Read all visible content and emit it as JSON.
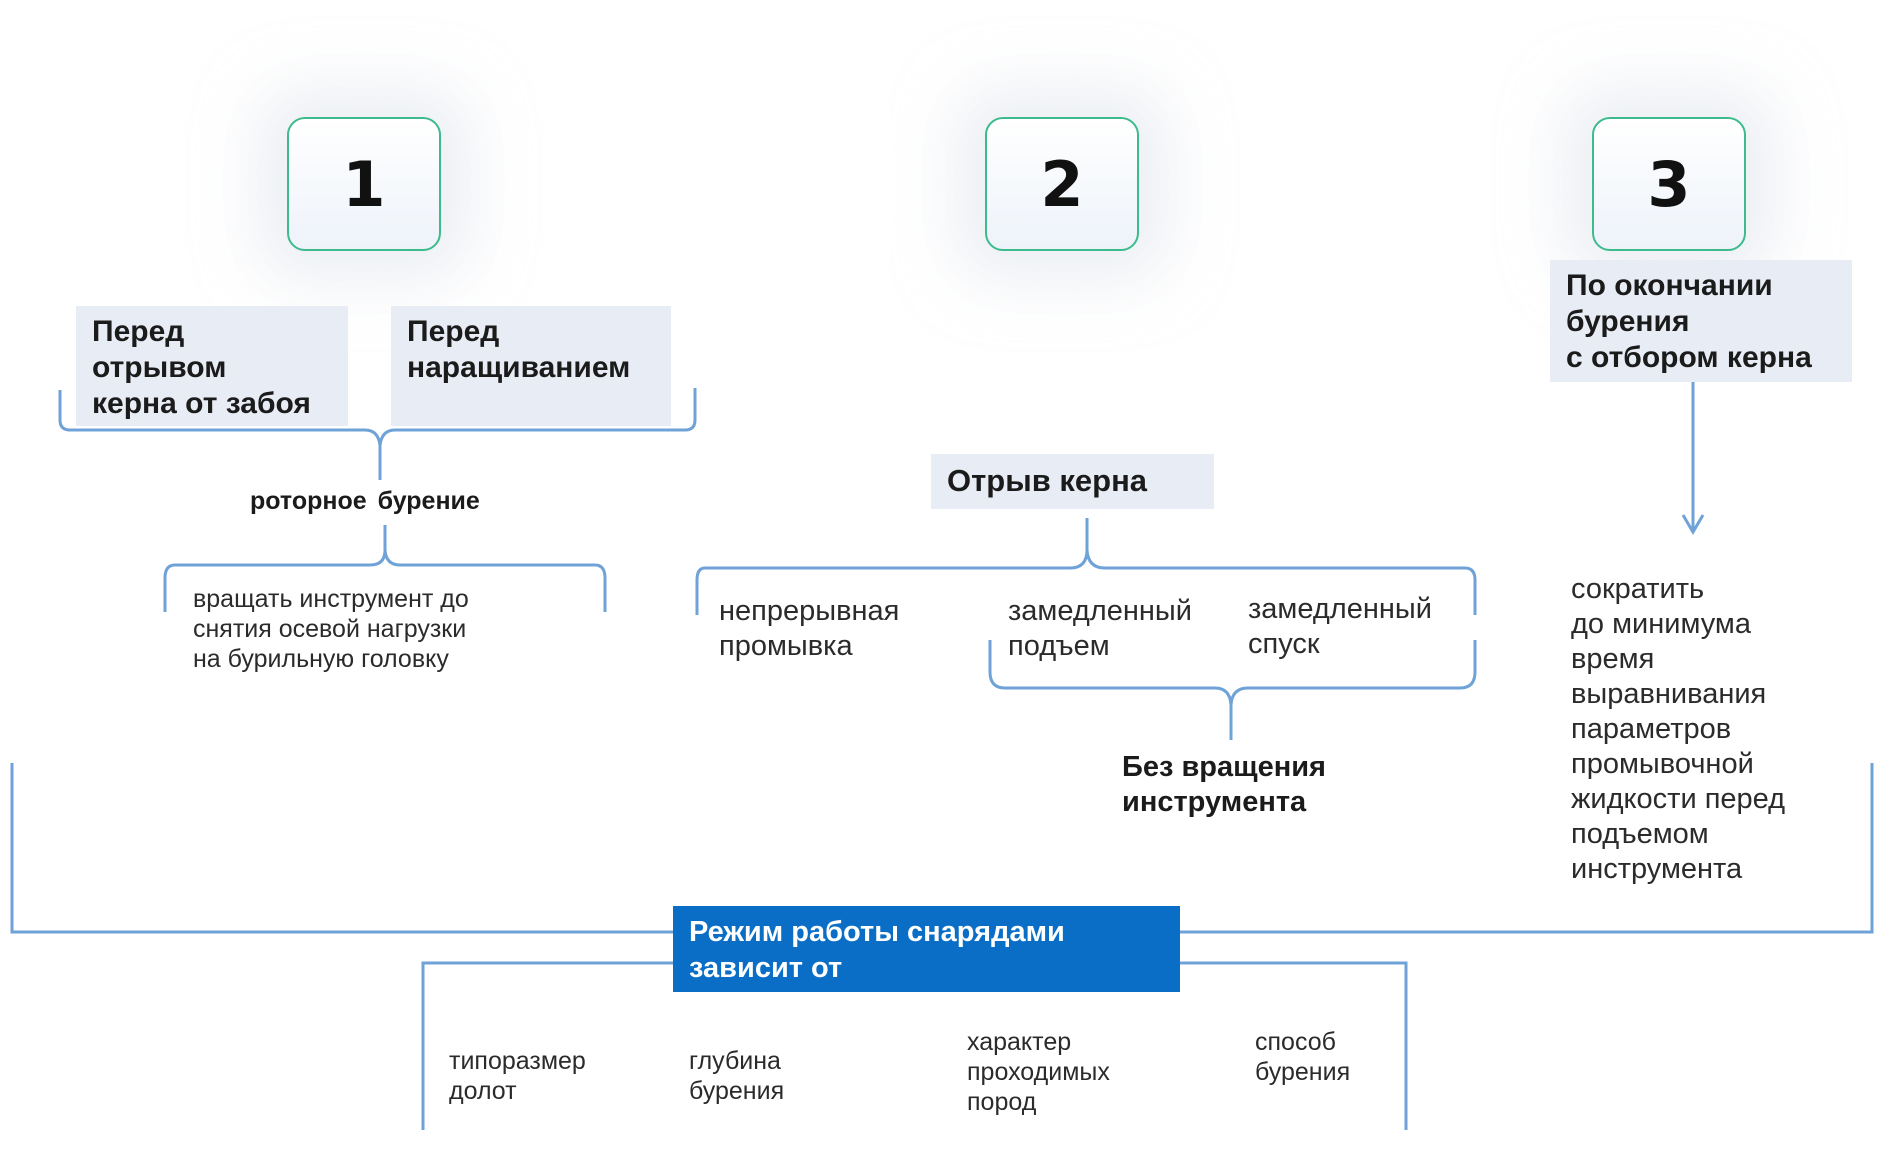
{
  "numbers": [
    "1",
    "2",
    "3"
  ],
  "col1": {
    "box_left": "Перед\nотрывом\nкерна от забоя",
    "box_right": "Перед\nнаращиванием",
    "label": "роторное бурение",
    "text": "вращать инструмент до\nснятия осевой нагрузки\nна бурильную головку"
  },
  "col2": {
    "header": "Отрыв керна",
    "item1": "непрерывная\nпромывка",
    "item2": "замедленный\nподъем",
    "item3": "замедленный\nспуск",
    "label": "Без вращения\nинструмента"
  },
  "col3": {
    "header": "По окончании\nбурения\nс отбором керна",
    "text": "сократить\nдо минимума\nвремя\nвыравнивания\nпараметров\nпромывочной\nжидкости перед\nподъемом\nинструмента"
  },
  "bottom": {
    "title": "Режим работы снарядами\nзависит от",
    "items": [
      "типоразмер\nдолот",
      "глубина\nбурения",
      "характер\nпроходимых\nпород",
      "способ\nбурения"
    ]
  },
  "colors": {
    "accent_green": "#3dbb8c",
    "line_blue": "#6fa3d8",
    "title_blue": "#0a6ec6",
    "header_bg": "#e8ecf4"
  }
}
